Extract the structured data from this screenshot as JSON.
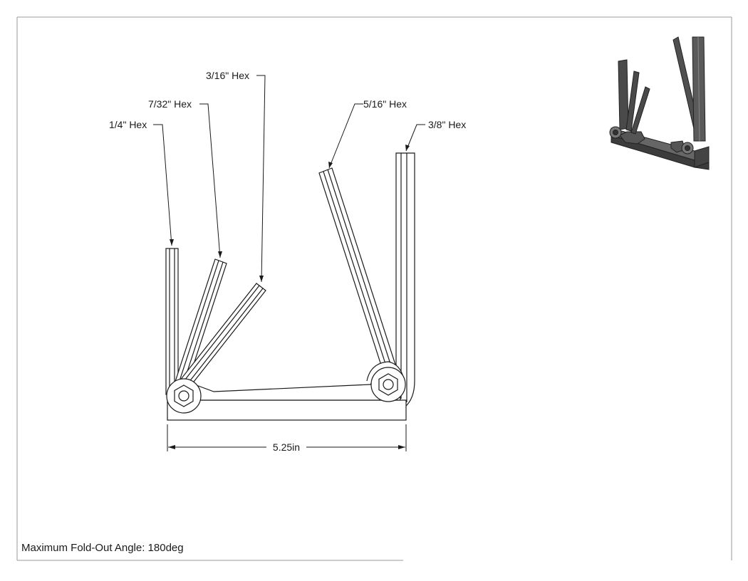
{
  "labels": {
    "quarter": "1/4\" Hex",
    "seven_32": "7/32\" Hex",
    "three_16": "3/16\" Hex",
    "five_16": "5/16\" Hex",
    "three_8": "3/8\" Hex"
  },
  "dimension": "5.25in",
  "caption": "Maximum Fold-Out Angle: 180deg"
}
